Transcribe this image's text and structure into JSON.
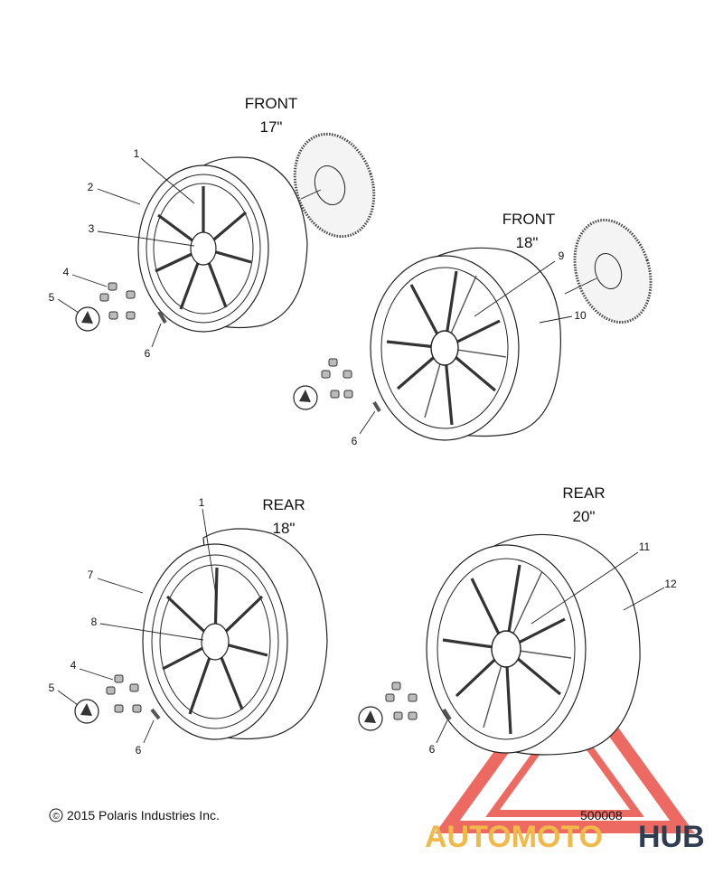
{
  "sections": {
    "front17": {
      "line1": "FRONT",
      "line2": "17\""
    },
    "front18": {
      "line1": "FRONT",
      "line2": "18\""
    },
    "rear18": {
      "line1": "REAR",
      "line2": "18\""
    },
    "rear20": {
      "line1": "REAR",
      "line2": "20\""
    }
  },
  "callouts": {
    "front17": [
      "1",
      "2",
      "3",
      "4",
      "5",
      "6"
    ],
    "front18": [
      "9",
      "10",
      "6"
    ],
    "rear18": [
      "1",
      "7",
      "8",
      "4",
      "5",
      "6"
    ],
    "rear20": [
      "11",
      "12",
      "6"
    ]
  },
  "copyright": "2015 Polaris Industries Inc.",
  "copyright_symbol": "©",
  "diagram_number": "500008",
  "watermark": {
    "part1": "AUTOMOTO",
    "part2": "HUB",
    "color1": "#f0b94a",
    "color2": "#2e3e50",
    "triangle_color": "#e8463c"
  }
}
